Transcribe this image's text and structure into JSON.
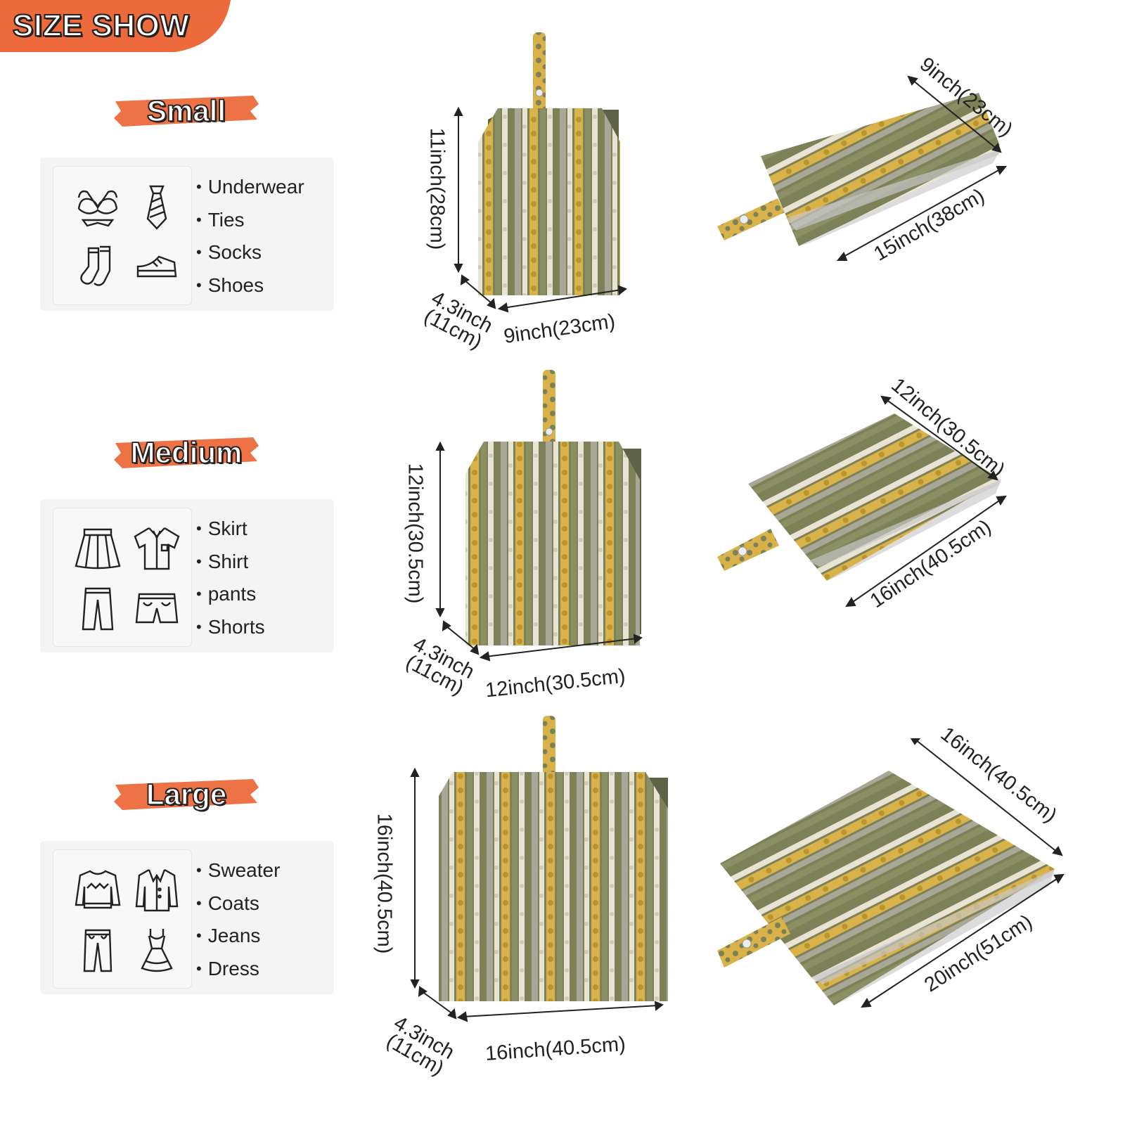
{
  "banner": {
    "title": "SIZE SHOW",
    "color": "#ec6a3c"
  },
  "sizes": [
    {
      "label": "Small",
      "items": [
        "Underwear",
        "Ties",
        "Socks",
        "Shoes"
      ],
      "icons": [
        "bra-icon",
        "tie-icon",
        "socks-icon",
        "shoe-icon"
      ],
      "dims": {
        "height": "11inch(28cm)",
        "depth_1": "4.3inch",
        "depth_2": "(11cm)",
        "width": "9inch(23cm)",
        "flat_top": "9inch(23cm)",
        "flat_bottom": "15inch(38cm)"
      }
    },
    {
      "label": "Medium",
      "items": [
        "Skirt",
        "Shirt",
        "pants",
        "Shorts"
      ],
      "icons": [
        "skirt-icon",
        "shirt-icon",
        "pants-icon",
        "shorts-icon"
      ],
      "dims": {
        "height": "12inch(30.5cm)",
        "depth_1": "4.3inch",
        "depth_2": "(11cm)",
        "width": "12inch(30.5cm)",
        "flat_top": "12inch(30.5cm)",
        "flat_bottom": "16inch(40.5cm)"
      }
    },
    {
      "label": "Large",
      "items": [
        "Sweater",
        "Coats",
        "Jeans",
        "Dress"
      ],
      "icons": [
        "sweater-icon",
        "coat-icon",
        "jeans-icon",
        "dress-icon"
      ],
      "dims": {
        "height": "16inch(40.5cm)",
        "depth_1": "4.3inch",
        "depth_2": "(11cm)",
        "width": "16inch(40.5cm)",
        "flat_top": "16inch(40.5cm)",
        "flat_bottom": "20inch(51cm)"
      }
    }
  ],
  "colors": {
    "accent": "#ec6a3c",
    "olive": "#7d8158",
    "gold": "#d9b24a",
    "cream": "#e9e3d3",
    "grey": "#a9a896"
  }
}
